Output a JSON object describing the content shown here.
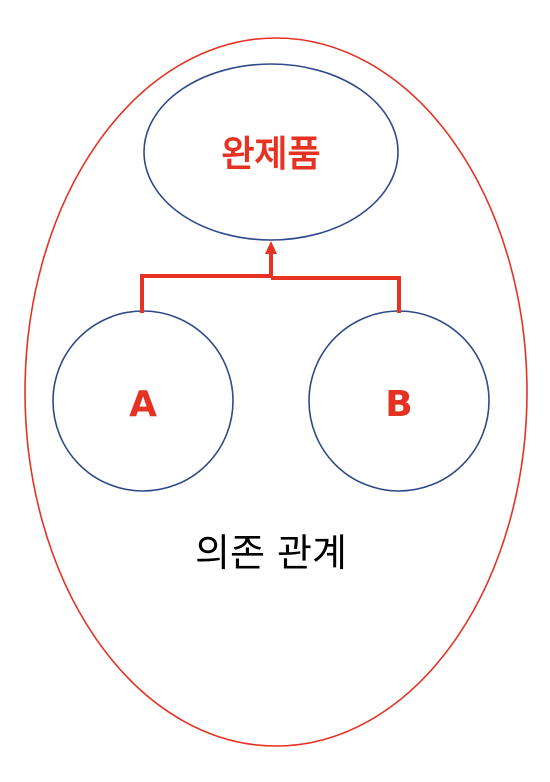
{
  "diagram": {
    "product_label": "완제품",
    "node_a_label": "A",
    "node_b_label": "B",
    "caption": "의존 관계"
  },
  "colors": {
    "accent_red": "#e53223",
    "outline_red": "#e53223",
    "node_blue": "#2f4a8a",
    "caption_text": "#000000"
  }
}
